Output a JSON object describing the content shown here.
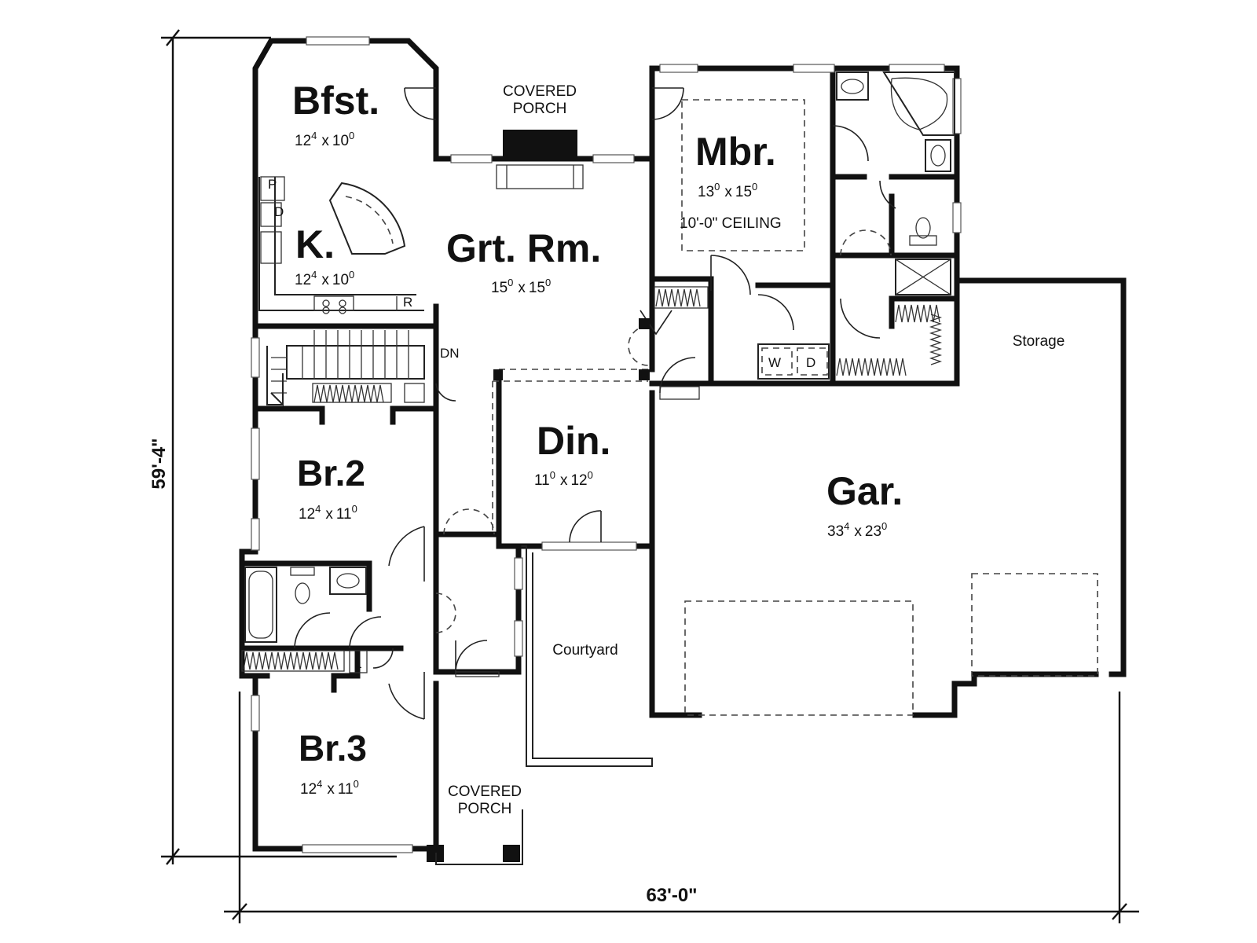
{
  "rooms": {
    "bfst": {
      "name": "Bfst.",
      "w": "12",
      "w_in": "4",
      "sep": "x",
      "d": "10",
      "d_in": "0"
    },
    "kitchen": {
      "name": "K.",
      "w": "12",
      "w_in": "4",
      "sep": "x",
      "d": "10",
      "d_in": "0"
    },
    "great_room": {
      "name": "Grt. Rm.",
      "w": "15",
      "w_in": "0",
      "sep": "x",
      "d": "15",
      "d_in": "0"
    },
    "master": {
      "name": "Mbr.",
      "w": "13",
      "w_in": "0",
      "sep": "x",
      "d": "15",
      "d_in": "0",
      "note": "10'-0\" CEILING"
    },
    "dining": {
      "name": "Din.",
      "w": "11",
      "w_in": "0",
      "sep": "x",
      "d": "12",
      "d_in": "0"
    },
    "br2": {
      "name": "Br.2",
      "w": "12",
      "w_in": "4",
      "sep": "x",
      "d": "11",
      "d_in": "0"
    },
    "br3": {
      "name": "Br.3",
      "w": "12",
      "w_in": "4",
      "sep": "x",
      "d": "11",
      "d_in": "0"
    },
    "garage": {
      "name": "Gar.",
      "w": "33",
      "w_in": "4",
      "sep": "x",
      "d": "23",
      "d_in": "0"
    }
  },
  "labels": {
    "covered_porch_rear_1": "COVERED",
    "covered_porch_rear_2": "PORCH",
    "covered_porch_front_1": "COVERED",
    "covered_porch_front_2": "PORCH",
    "courtyard": "Courtyard",
    "storage": "Storage",
    "stair_dn": "DN",
    "pantry": "P",
    "dishwasher": "D",
    "refrigerator": "R",
    "washer": "W",
    "dryer": "D",
    "linen": "L"
  },
  "dimensions": {
    "depth": "59'-4\"",
    "width": "63'-0\""
  }
}
